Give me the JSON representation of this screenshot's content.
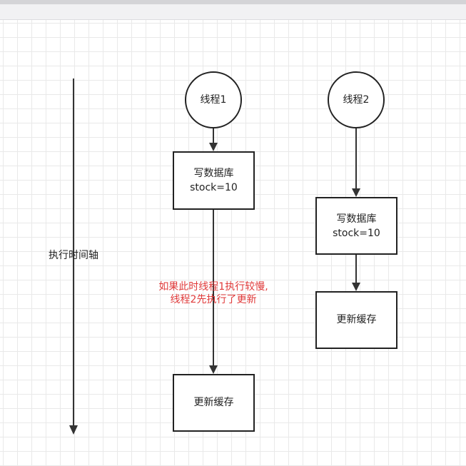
{
  "timeline": {
    "label": "执行时间轴"
  },
  "thread1": {
    "circle_label": "线程1",
    "write_line1": "写数据库",
    "write_line2": "stock=10",
    "cache_label": "更新缓存"
  },
  "thread2": {
    "circle_label": "线程2",
    "write_line1": "写数据库",
    "write_line2": "stock=10",
    "cache_label": "更新缓存"
  },
  "annotation": {
    "line1": "如果此时线程1执行较慢,",
    "line2": "线程2先执行了更新",
    "color": "#e03a3a"
  }
}
